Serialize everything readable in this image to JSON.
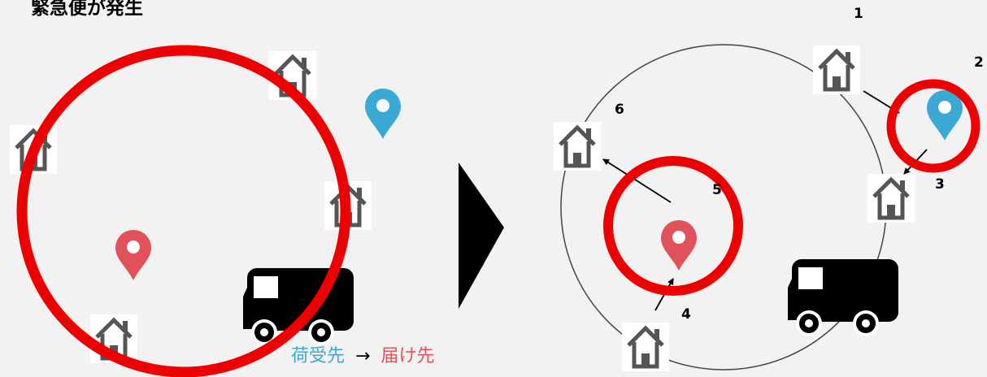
{
  "title": "緊急便が発生",
  "step_numbers": [
    "1",
    "2",
    "3",
    "4",
    "5",
    "6"
  ],
  "legend": {
    "pickup": "荷受先",
    "arrow": "→",
    "delivery": "届け先"
  },
  "colors": {
    "pickup": "#3aa9d6",
    "delivery": "#e0515a",
    "highlight": "#ee0000",
    "house": "#555555",
    "truck": "#000000",
    "route": "#444444"
  },
  "icons": [
    "house-icon",
    "pickup-pin-icon",
    "delivery-pin-icon",
    "truck-icon",
    "play-arrow-icon"
  ]
}
